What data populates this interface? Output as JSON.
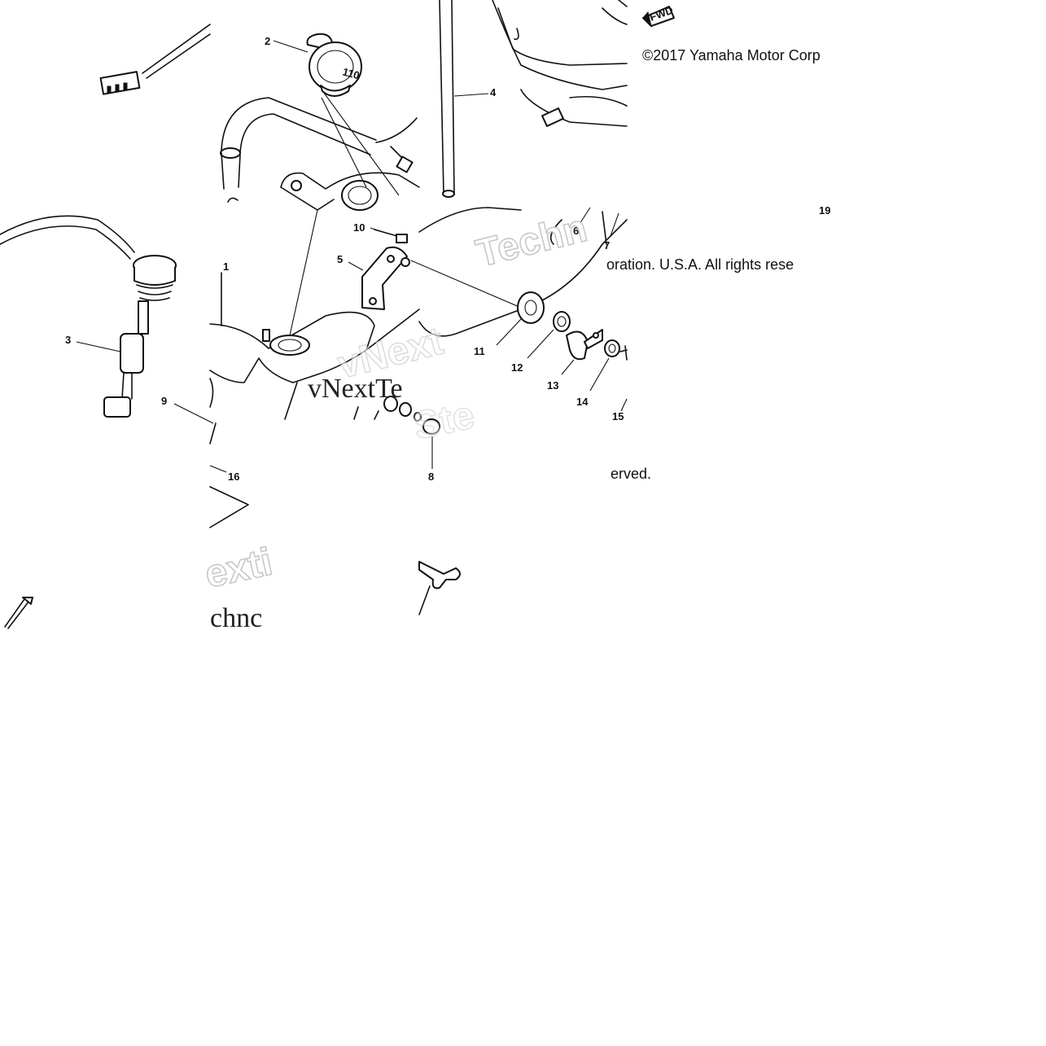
{
  "diagram": {
    "callouts": {
      "c1": "1",
      "c2": "2",
      "c3": "3",
      "c4": "4",
      "c5": "5",
      "c6": "6",
      "c7": "7",
      "c8": "8",
      "c9": "9",
      "c10": "10",
      "c11": "11",
      "c12": "12",
      "c13": "13",
      "c14": "14",
      "c15": "15",
      "c16": "16",
      "c19": "19"
    },
    "copyright": {
      "line1": "©2017 Yamaha Motor Corp",
      "line2": "oration. U.S.A. All rights rese",
      "line3": "erved."
    },
    "watermark": {
      "w1": "Techn",
      "w2": "vNextTe",
      "w3": "vNext",
      "w4": "exti",
      "w5": "chnc",
      "w6": "Ste"
    },
    "labels": {
      "cap_text": "110",
      "fwd": "FWD"
    }
  }
}
